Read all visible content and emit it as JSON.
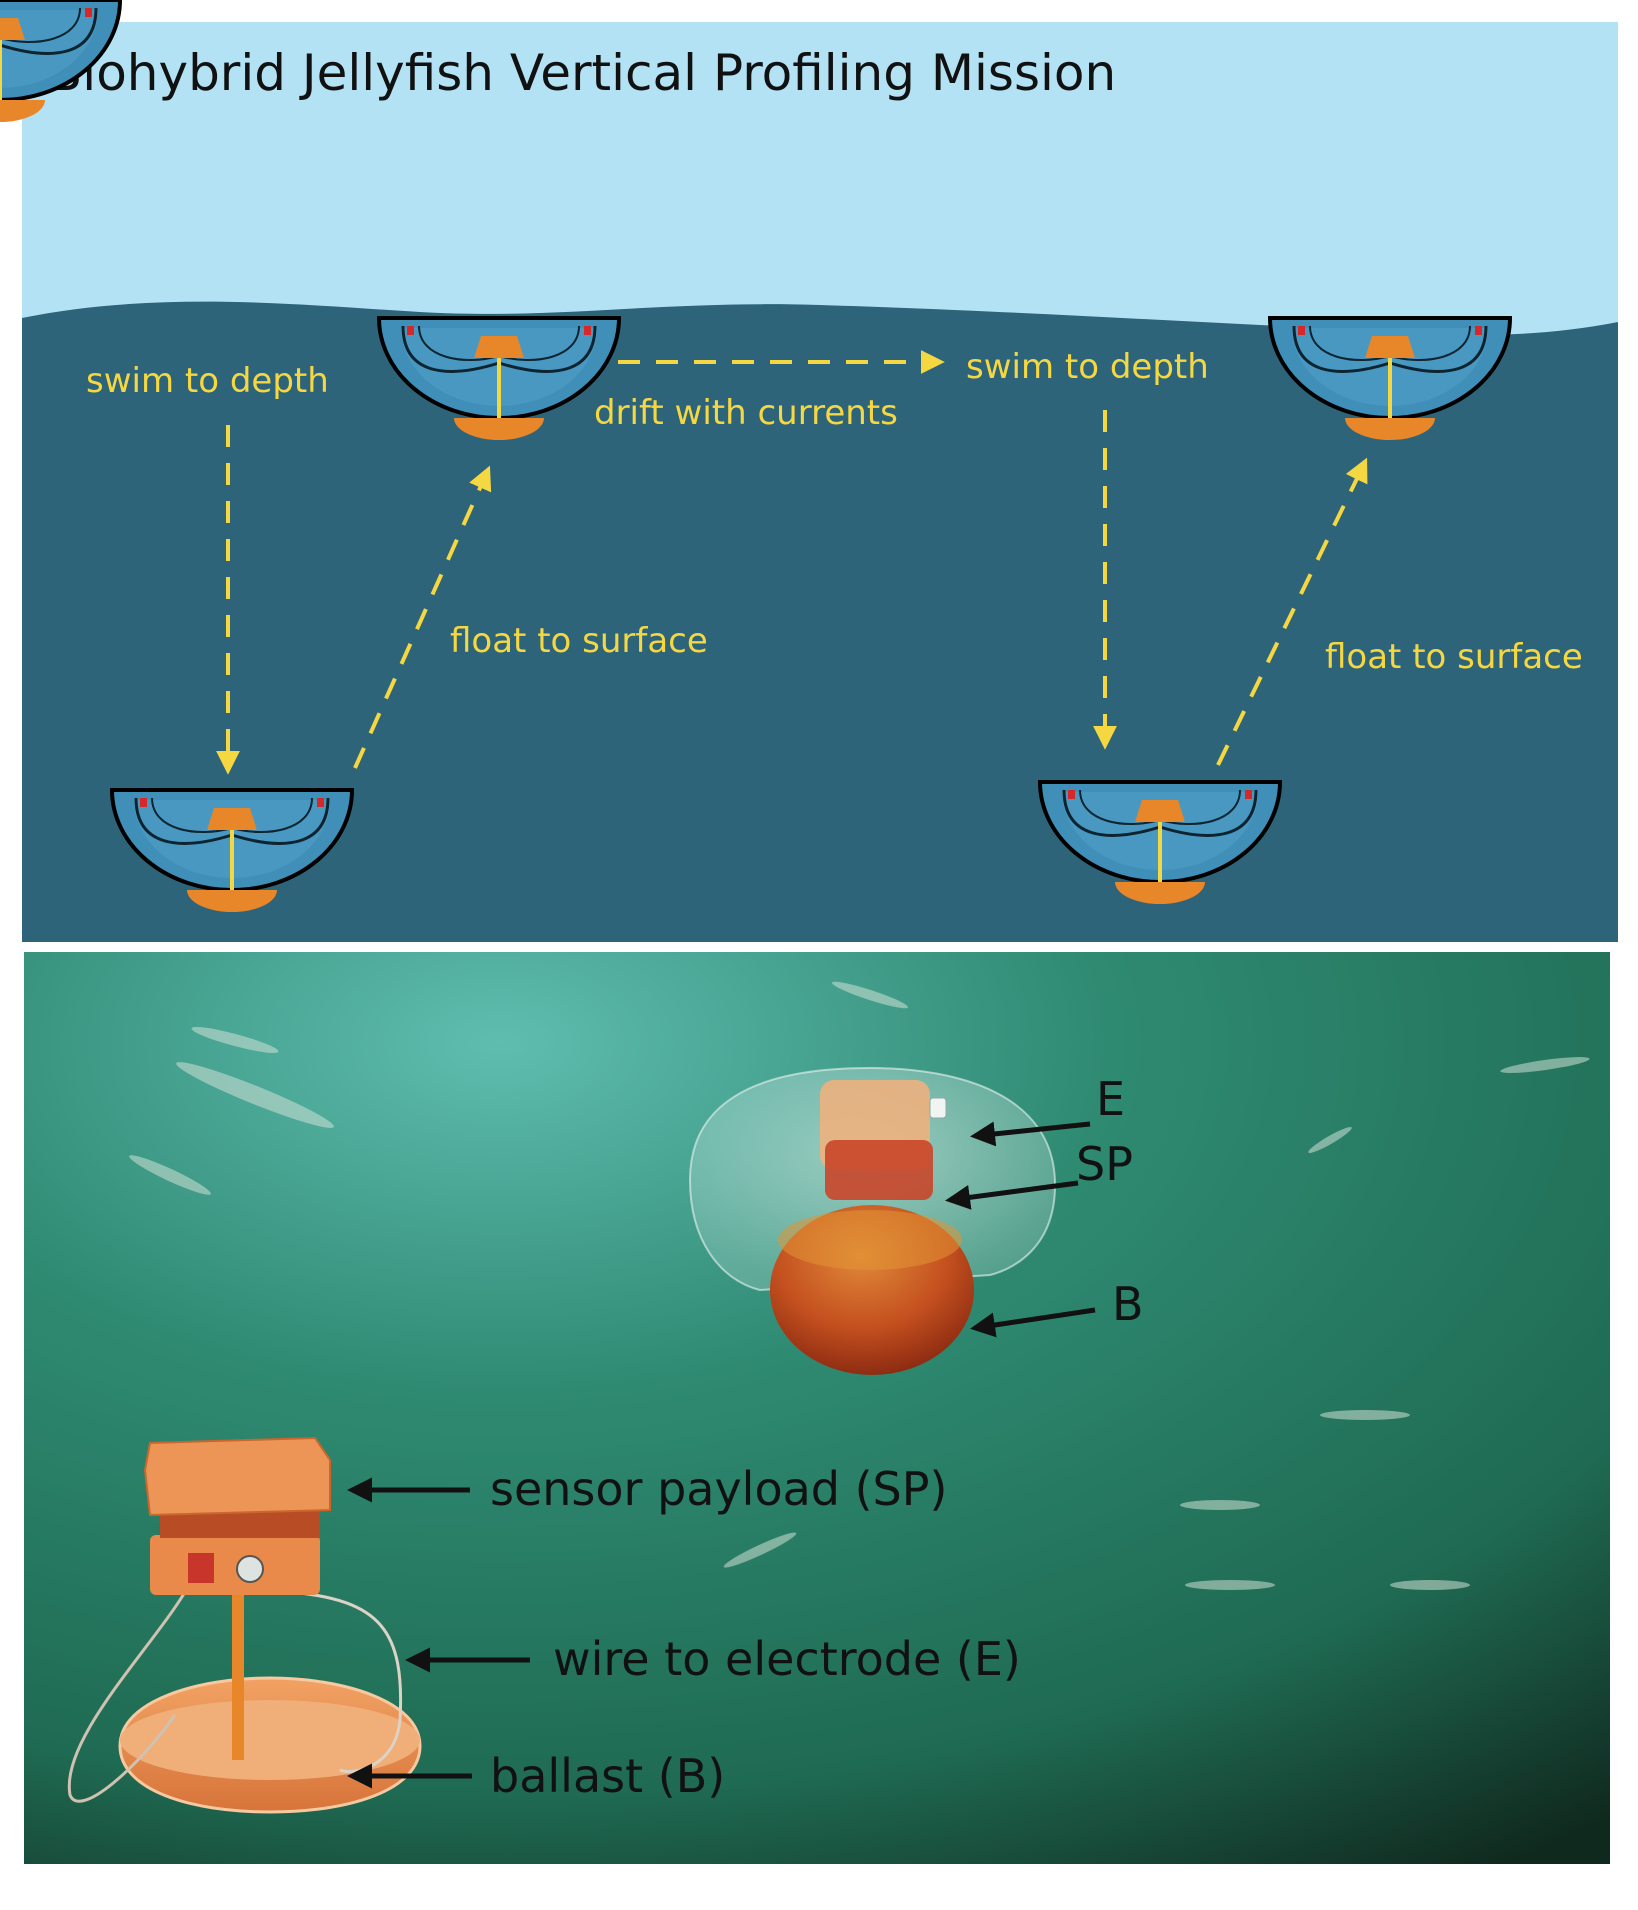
{
  "title": "Biohybrid Jellyfish Vertical Profiling Mission",
  "mission_labels": {
    "swim_to_depth_1": "swim to depth",
    "drift": "drift with currents",
    "swim_to_depth_2": "swim to depth",
    "float_1": "float to surface",
    "float_2": "float to surface"
  },
  "photo_labels": {
    "electrode": "E",
    "sensor_payload_short": "SP",
    "ballast_short": "B",
    "sensor_payload": "sensor payload (SP)",
    "wire": "wire to electrode (E)",
    "ballast": "ballast (B)"
  },
  "colors": {
    "sky": "#b3e2f5",
    "water": "#2d6479",
    "jelly_blue": "#3f8fb8",
    "orange": "#e8862a",
    "yellow_arrow": "#f5d742",
    "photo_water": "#2f8a72"
  }
}
